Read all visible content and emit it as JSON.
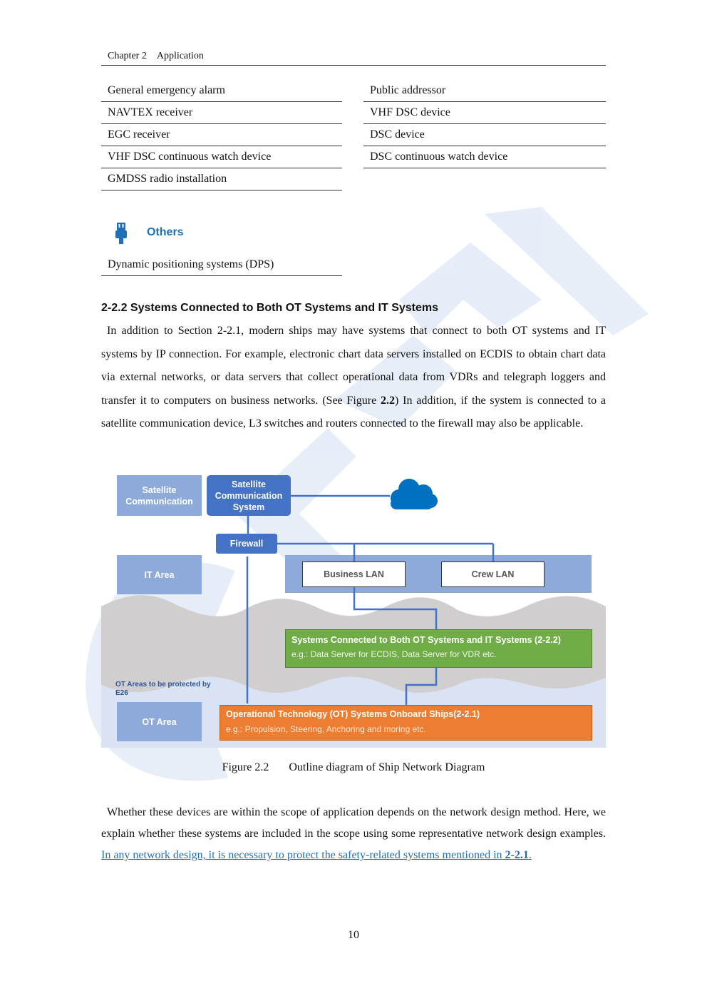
{
  "header": {
    "chapter": "Chapter 2",
    "title": "Application"
  },
  "table_left": [
    "General emergency alarm",
    "NAVTEX receiver",
    "EGC receiver",
    "VHF DSC continuous watch device",
    "GMDSS radio installation"
  ],
  "table_right": [
    "Public addressor",
    "VHF DSC device",
    "DSC device",
    "DSC continuous watch device"
  ],
  "others": {
    "title": "Others",
    "icon": "usb-plug-icon",
    "items": [
      "Dynamic positioning systems (DPS)"
    ]
  },
  "section": {
    "heading": "2-2.2 Systems Connected to Both OT Systems and IT Systems",
    "para1_part1": "In addition to Section 2-2.1, modern ships may have systems that connect to both OT systems and IT systems by IP connection. For example, electronic chart data servers installed on ECDIS to obtain chart data via external networks, or data servers that collect operational data from VDRs and telegraph loggers and transfer it to computers on business networks. (See Figure ",
    "para1_ref": "2.2",
    "para1_part2": ") In addition, if the system is connected to a satellite communication device, L3 switches and routers connected to the firewall may also be applicable."
  },
  "diagram": {
    "sat_comm_label": "Satellite Communication",
    "sat_system_label": "Satellite Communication System",
    "firewall_label": "Firewall",
    "it_area_label": "IT Area",
    "business_lan_label": "Business LAN",
    "crew_lan_label": "Crew LAN",
    "ot_protected_label": "OT Areas to be protected by E26",
    "ot_area_label": "OT Area",
    "green_title": "Systems Connected to Both OT Systems and IT Systems (2-2.2)",
    "green_sub": "e.g.: Data Server for ECDIS, Data Server for VDR etc.",
    "orange_title": "Operational Technology (OT) Systems Onboard Ships(2-2.1)",
    "orange_sub": "e.g.: Propulsion, Steering, Anchoring and moring etc.",
    "cloud_icon": "cloud-icon",
    "colors": {
      "box_light": "#8eaadb",
      "box_dark": "#4472c4",
      "band": "#b4c6e7",
      "green": "#70ad47",
      "orange": "#ed7d31",
      "cloud": "#0070c0",
      "wave": "#d0cece"
    }
  },
  "figure": {
    "number": "Figure 2.2",
    "caption": "Outline diagram of Ship Network Diagram"
  },
  "para2": {
    "text": "Whether these devices are within the scope of application depends on the network design method. Here, we explain whether these systems are included in the scope using some representative network design examples. ",
    "link_text": "In any network design, it is necessary to protect the safety-related systems mentioned in ",
    "link_ref": "2-2.1",
    "link_end": "."
  },
  "page_number": "10",
  "watermark_color": "#dfe8f6"
}
